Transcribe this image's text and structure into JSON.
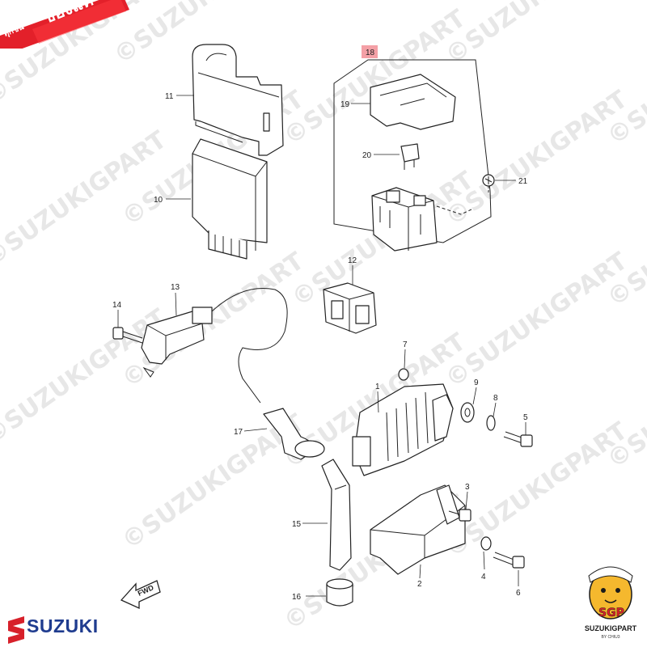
{
  "badge": {
    "small": "ทุกชิ้น",
    "big": "ของแท้",
    "color": "#e3202a"
  },
  "watermark": {
    "text": "©SUZUKIGPART",
    "color": "#d4d4d4"
  },
  "brand": {
    "name": "SUZUKI",
    "color": "#1f3c8f",
    "accent": "#d7202a"
  },
  "mascot": {
    "initials": "SGP",
    "name": "SUZUKIGPART",
    "sub": "BY CHIU3"
  },
  "fwd": "FWD",
  "callouts": {
    "c1": "1",
    "c2": "2",
    "c3": "3",
    "c4": "4",
    "c5": "5",
    "c6": "6",
    "c7": "7",
    "c8": "8",
    "c9": "9",
    "c10": "10",
    "c11": "11",
    "c12": "12",
    "c13": "13",
    "c14": "14",
    "c15": "15",
    "c16": "16",
    "c17": "17",
    "c18": "18",
    "c19": "19",
    "c20": "20",
    "c21": "21"
  },
  "highlight_color": "#f4a0a6"
}
